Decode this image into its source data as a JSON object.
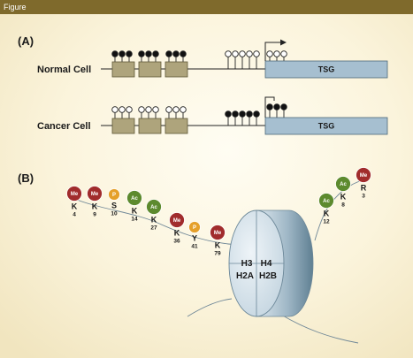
{
  "figure_tag": "Figure",
  "panel_a": {
    "label": "(A)",
    "normal_row": {
      "label": "Normal Cell",
      "gene": "TSG"
    },
    "cancer_row": {
      "label": "Cancer Cell",
      "gene": "TSG"
    }
  },
  "panel_b": {
    "label": "(B)",
    "histones": [
      "H3",
      "H4",
      "H2A",
      "H2B"
    ],
    "modifications": [
      {
        "mark": "Me",
        "residue": "K",
        "position": "4"
      },
      {
        "mark": "Me",
        "residue": "K",
        "position": "9"
      },
      {
        "mark": "P",
        "residue": "S",
        "position": "10"
      },
      {
        "mark": "Ac",
        "residue": "K",
        "position": "14"
      },
      {
        "mark": "Ac",
        "residue": "K",
        "position": "27"
      },
      {
        "mark": "Me",
        "residue": "K",
        "position": "36"
      },
      {
        "mark": "P",
        "residue": "Y",
        "position": "41"
      },
      {
        "mark": "Me",
        "residue": "K",
        "position": "79"
      },
      {
        "mark": "Ac",
        "residue": "K",
        "position": "12"
      },
      {
        "mark": "Ac",
        "residue": "K",
        "position": "8"
      },
      {
        "mark": "Me",
        "residue": "R",
        "position": "3"
      }
    ]
  },
  "colors": {
    "header": "#7f6a2c",
    "exon": "#aea47c",
    "tsg_box": "#a6bfd0",
    "methyl": "#a12c2c",
    "acetyl": "#5d8a2e",
    "phospho": "#e5a02a",
    "cylinder": "#b9ccd8"
  }
}
